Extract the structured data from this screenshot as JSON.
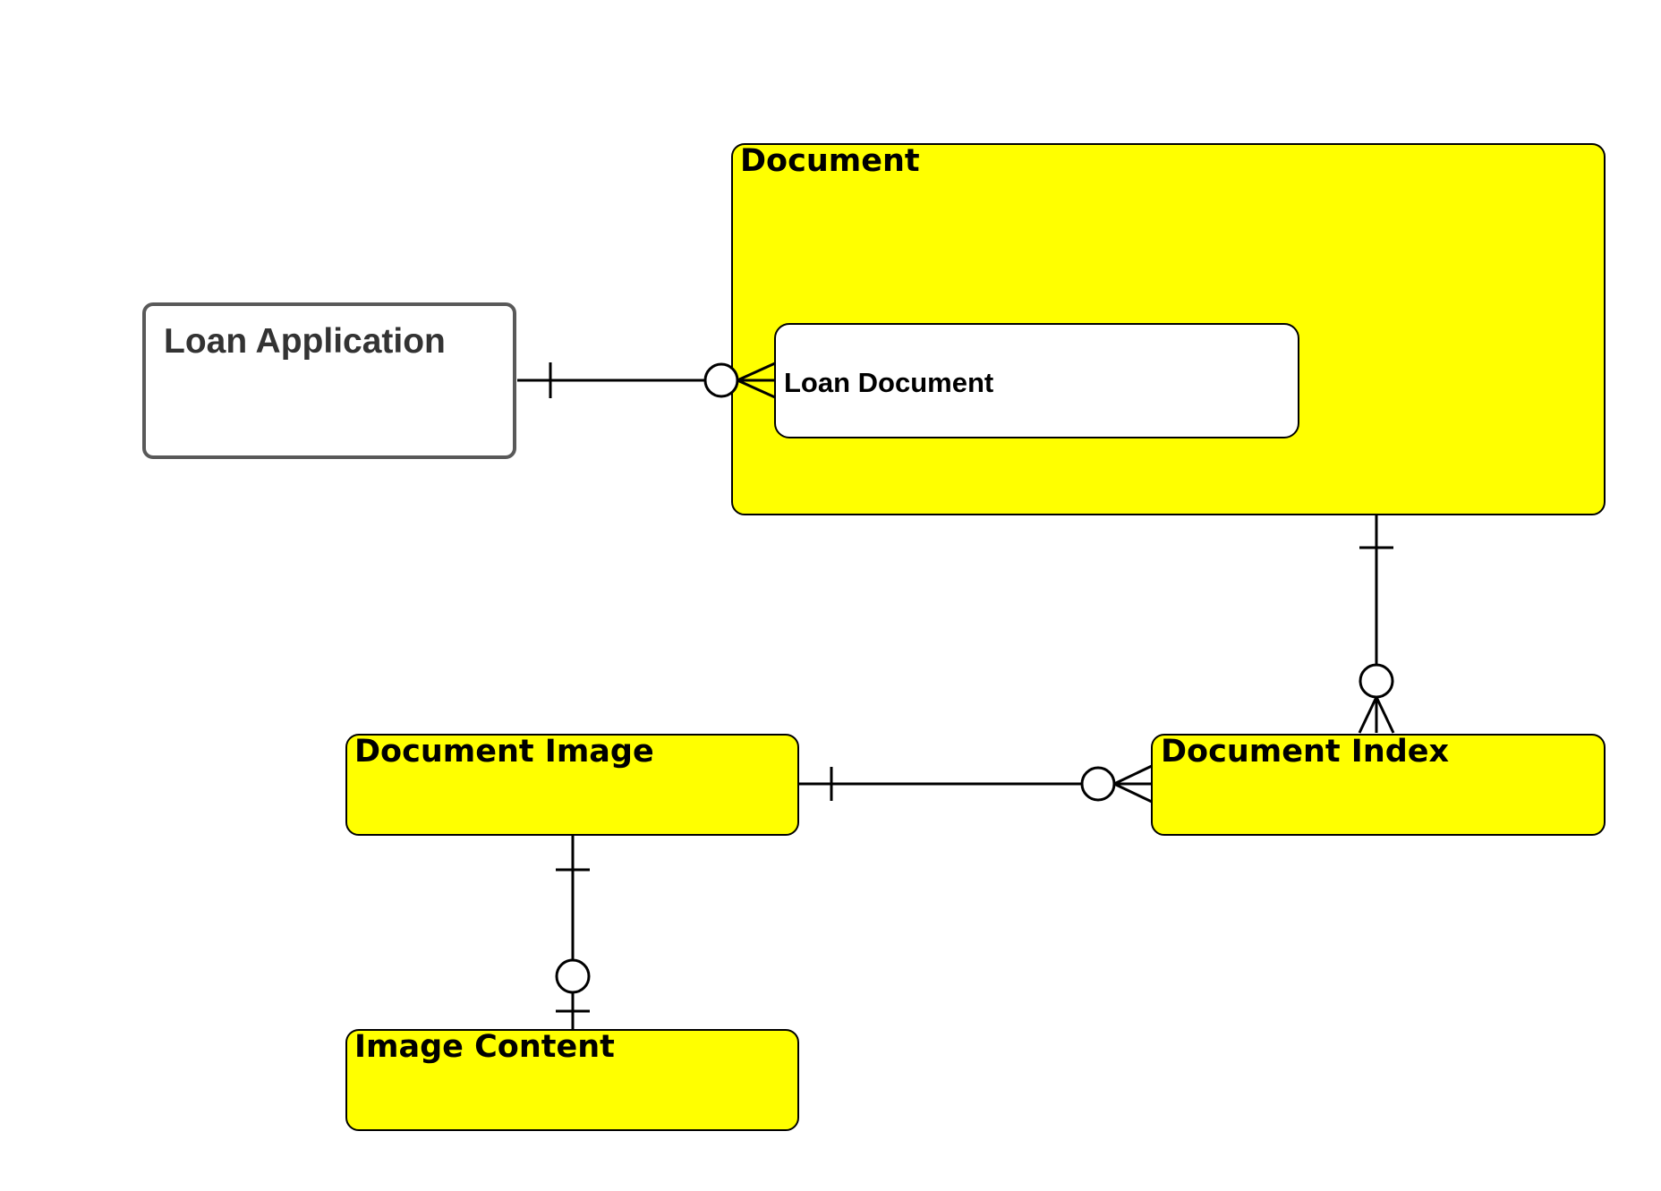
{
  "diagram": {
    "type": "entity-relationship",
    "colors": {
      "entity_fill": "#ffff00",
      "entity_stroke": "#000000",
      "plain_entity_stroke": "#595959",
      "plain_entity_text": "#333333"
    },
    "entities": {
      "document": "Document",
      "loan_document": "Loan Document",
      "loan_application": "Loan Application",
      "document_image": "Document Image",
      "document_index": "Document Index",
      "image_content": "Image Content"
    },
    "relationships": [
      {
        "from": "Loan Application",
        "to": "Loan Document",
        "from_cardinality": "exactly one",
        "to_cardinality": "zero or many"
      },
      {
        "from": "Document",
        "to": "Document Index",
        "from_cardinality": "exactly one",
        "to_cardinality": "zero or many"
      },
      {
        "from": "Document Image",
        "to": "Document Index",
        "from_cardinality": "exactly one",
        "to_cardinality": "zero or many"
      },
      {
        "from": "Document Image",
        "to": "Image Content",
        "from_cardinality": "exactly one",
        "to_cardinality": "zero or one"
      }
    ]
  }
}
